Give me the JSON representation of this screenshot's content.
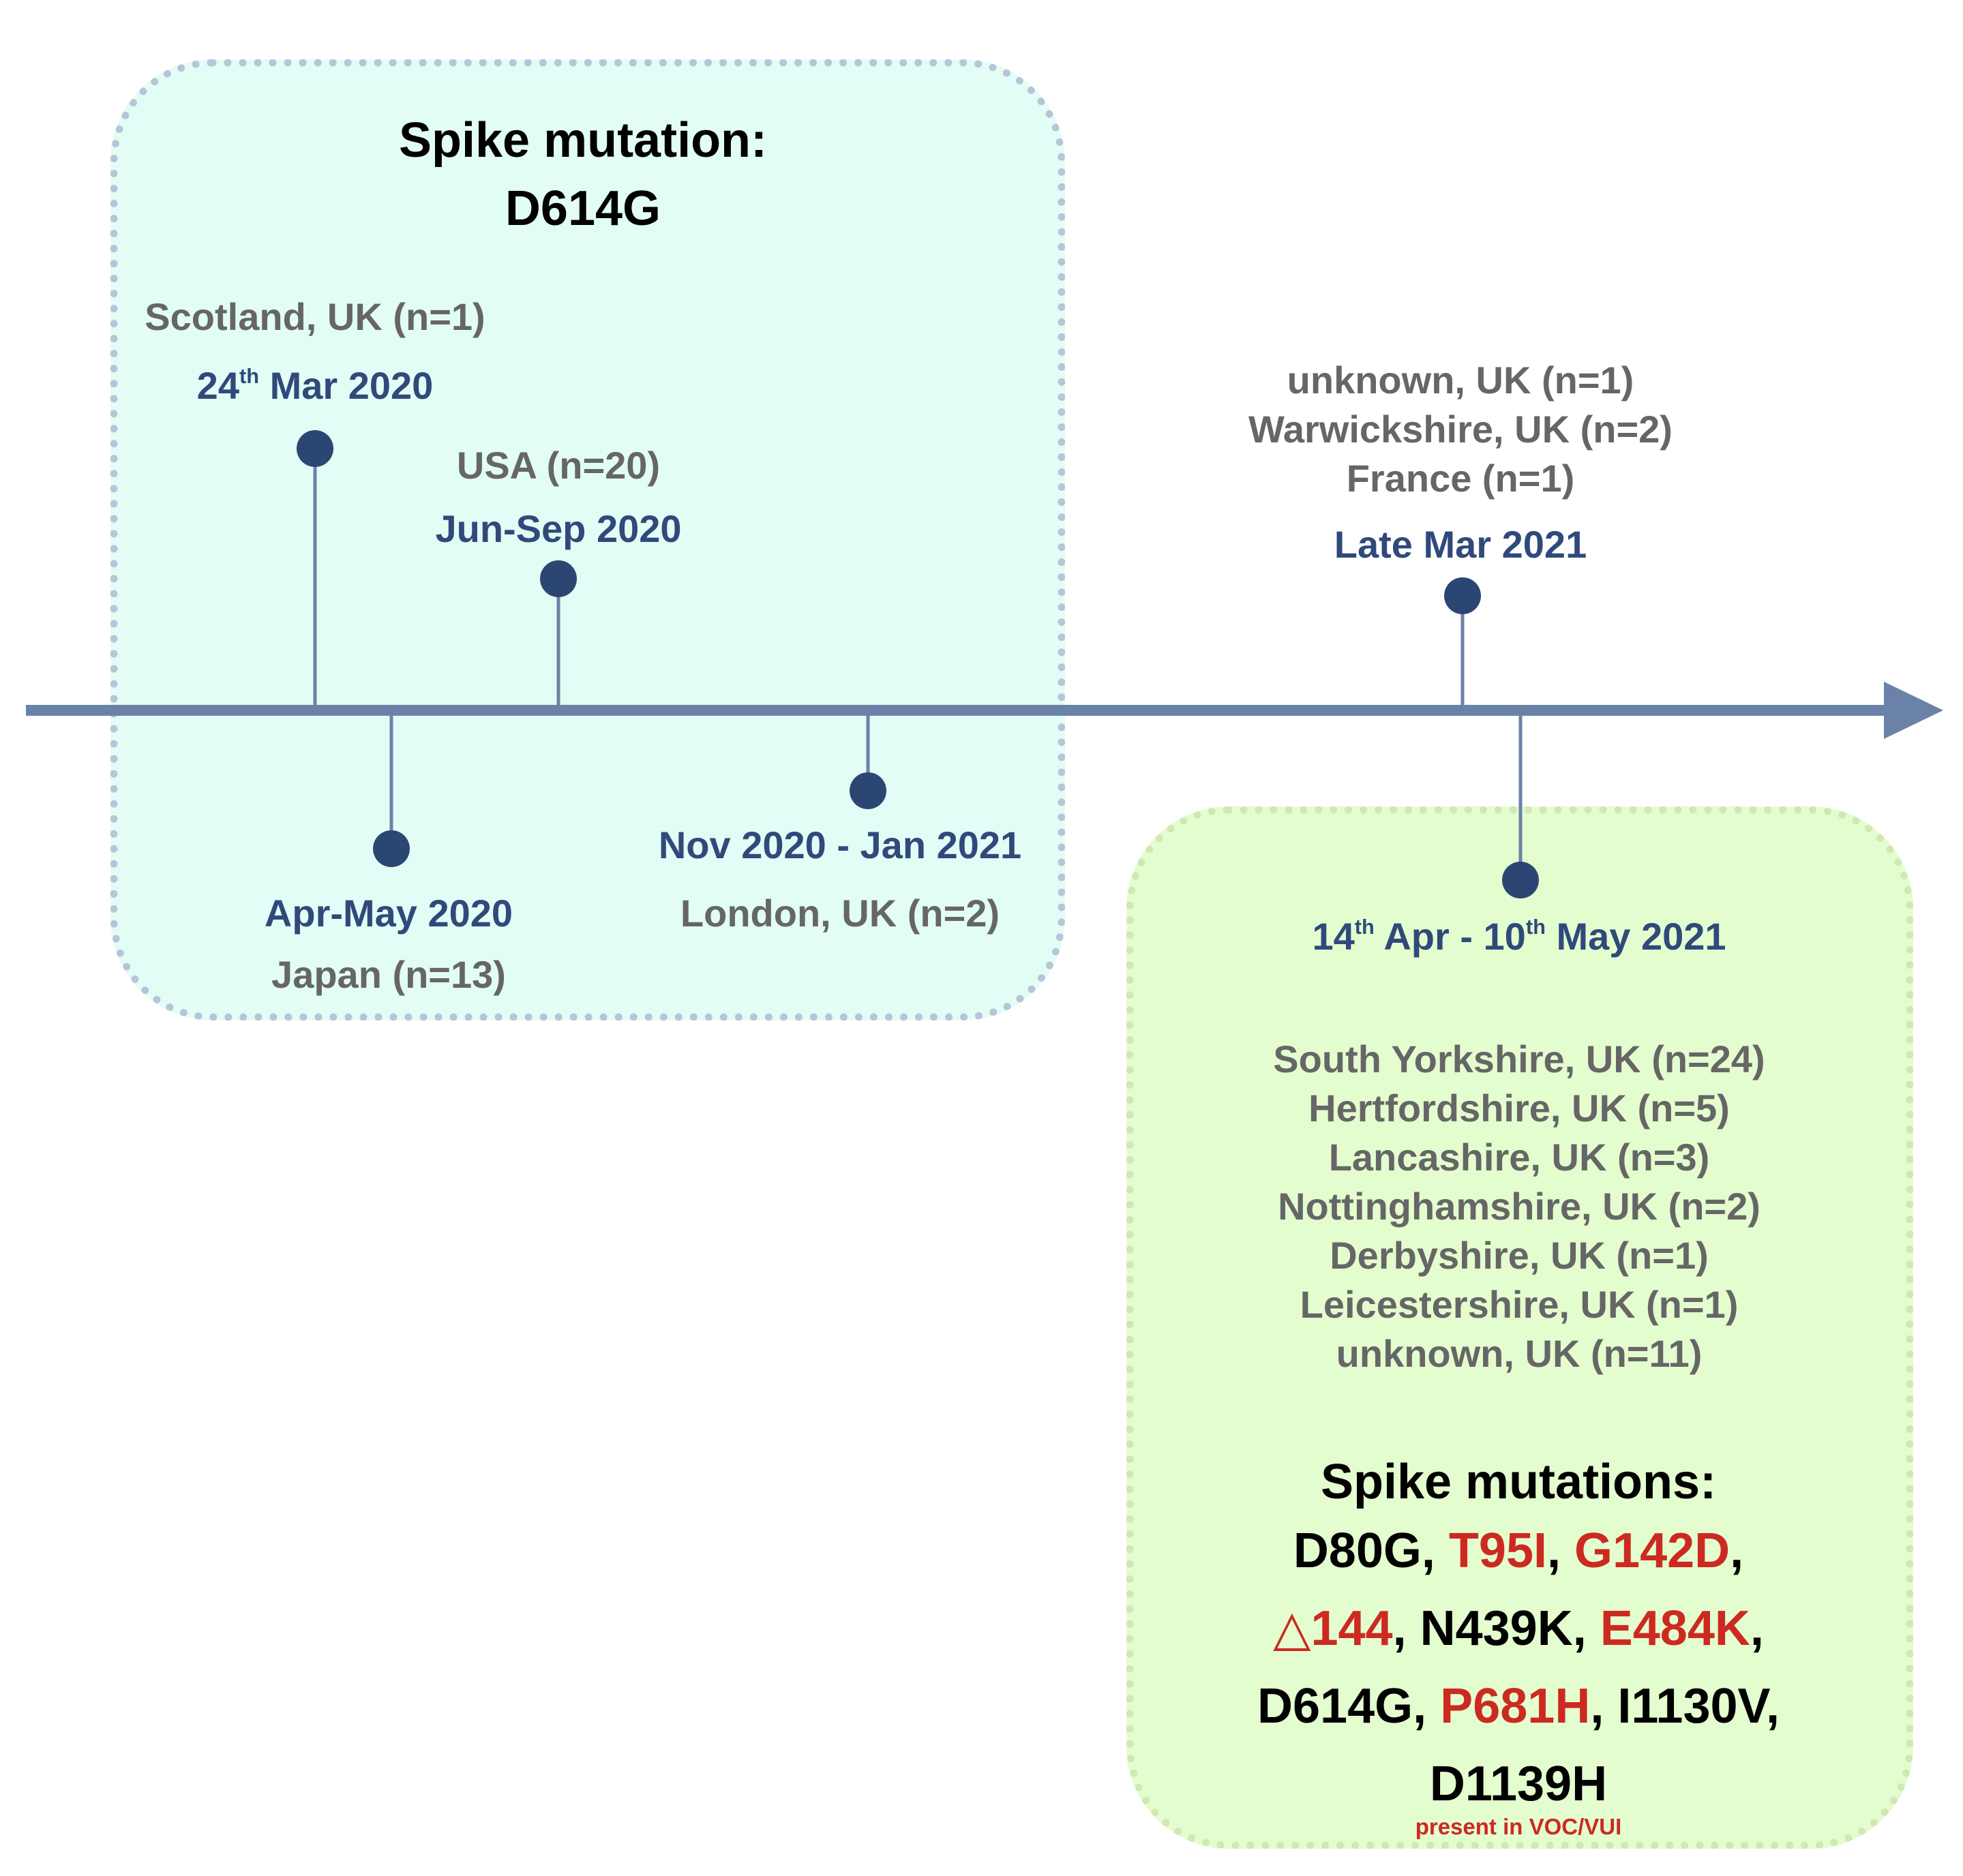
{
  "colors": {
    "axis": "#6b82a8",
    "marker": "#2c4674",
    "stem": "#6b82a8",
    "date_text": "#2f4a7a",
    "location_text": "#666666",
    "voc_highlight": "#cc2a20",
    "box_early_fill": "#e2fdf5",
    "box_late_fill": "#e4fdcf"
  },
  "early_box": {
    "title_line1": "Spike mutation:",
    "title_line2": "D614G"
  },
  "events": {
    "scotland": {
      "location": "Scotland, UK (n=1)",
      "date_day": "24",
      "date_sup": "th",
      "date_rest": " Mar 2020"
    },
    "japan": {
      "date": "Apr-May 2020",
      "location": "Japan (n=13)"
    },
    "usa": {
      "location": "USA (n=20)",
      "date": "Jun-Sep 2020"
    },
    "london": {
      "date": "Nov 2020 - Jan 2021",
      "location": "London, UK (n=2)"
    },
    "late_mar_2021": {
      "locations": [
        "unknown, UK (n=1)",
        "Warwickshire, UK (n=2)",
        "France (n=1)"
      ],
      "date": "Late Mar 2021"
    },
    "apr_may_2021": {
      "date_day1": "14",
      "date_sup1": "th",
      "date_mid": " Apr - 10",
      "date_sup2": "th",
      "date_rest": " May 2021",
      "locations": [
        "South Yorkshire, UK (n=24)",
        "Hertfordshire, UK (n=5)",
        "Lancashire, UK (n=3)",
        "Nottinghamshire, UK (n=2)",
        "Derbyshire, UK (n=1)",
        "Leicestershire, UK (n=1)",
        "unknown, UK (n=11)"
      ]
    }
  },
  "late_box": {
    "title": "Spike mutations:",
    "mutations": [
      {
        "text": "D80G",
        "voc": false
      },
      {
        "text": "T95I",
        "voc": true
      },
      {
        "text": "G142D",
        "voc": true
      },
      {
        "text": "△144",
        "voc": true
      },
      {
        "text": "N439K",
        "voc": false
      },
      {
        "text": "E484K",
        "voc": true
      },
      {
        "text": "D614G",
        "voc": false
      },
      {
        "text": "P681H",
        "voc": true
      },
      {
        "text": "I1130V",
        "voc": false
      },
      {
        "text": "D1139H",
        "voc": false
      }
    ],
    "footnote": "present in VOC/VUI"
  }
}
